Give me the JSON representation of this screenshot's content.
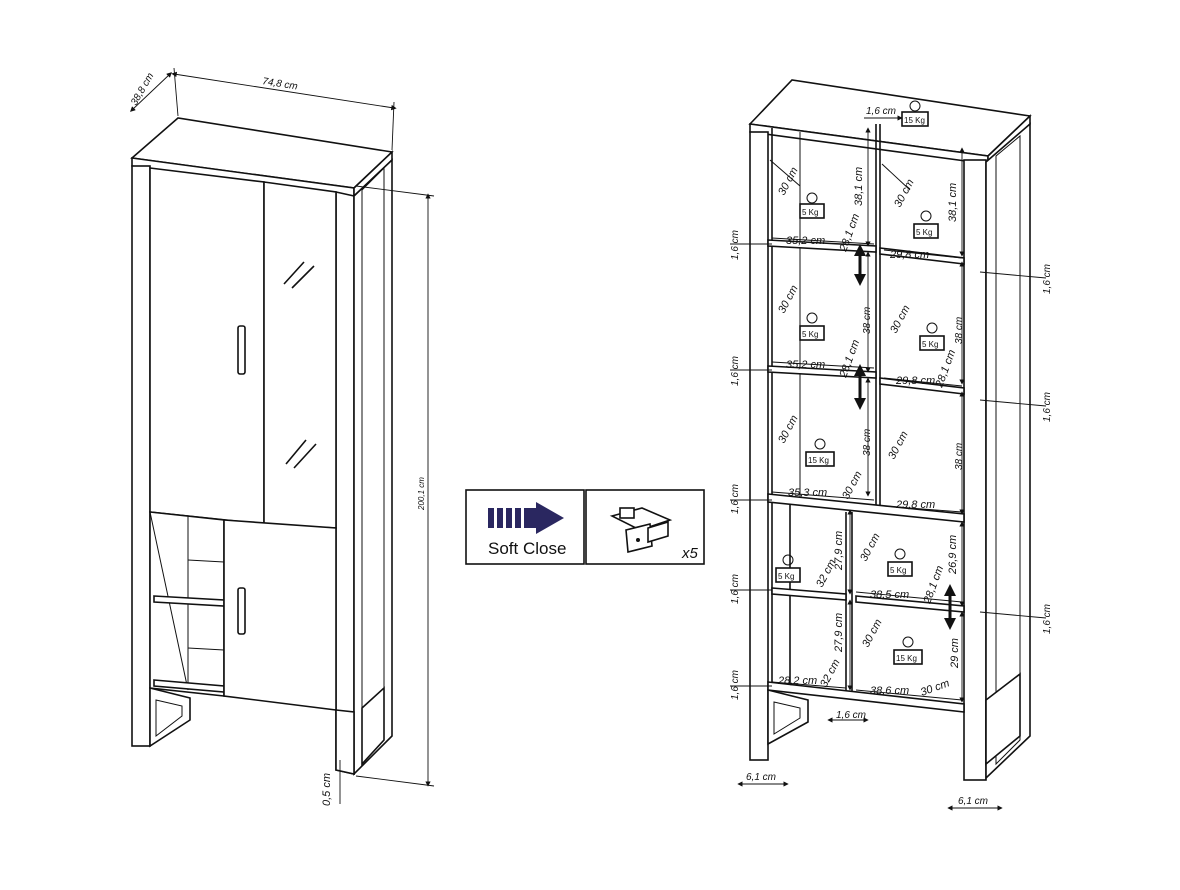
{
  "left_view": {
    "width": "74,8 cm",
    "depth": "38,8 cm",
    "height": "200,1 cm",
    "gap": "0,5 cm"
  },
  "soft_close": {
    "label": "Soft Close"
  },
  "hinge": {
    "count": "x5"
  },
  "right_view": {
    "top_shelf": "1,6 cm",
    "top_weight": "15 Kg",
    "shelf_thickness": "1,6 cm",
    "leg_width": "6,1 cm",
    "depths": {
      "d30": "30 cm",
      "d32": "32 cm"
    },
    "heights": {
      "h38_1": "38,1 cm",
      "h38": "38 cm",
      "h27_9": "27,9 cm",
      "h26_9": "26,9 cm",
      "h29": "29 cm",
      "h28_1": "28,1 cm"
    },
    "widths": {
      "w35_2": "35,2 cm",
      "w35_3": "35,3 cm",
      "w29_8": "29,8 cm",
      "w28_2": "28,2 cm",
      "w38_5": "38,5 cm",
      "w38_6": "38,6 cm"
    },
    "weights": {
      "w5": "5 Kg",
      "w15": "15 Kg"
    }
  }
}
